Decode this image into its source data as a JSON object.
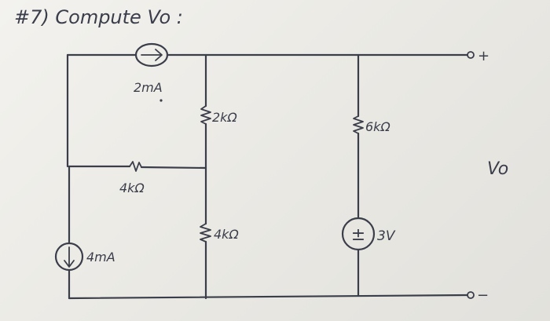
{
  "problem": {
    "title": "#7) Compute Vo :"
  },
  "components": {
    "source_top": {
      "label": "2mA",
      "icon": "current-source-arrow-right"
    },
    "source_left": {
      "label": "4mA",
      "icon": "current-source-arrow-down"
    },
    "r_2k": {
      "label": "2kΩ"
    },
    "r_4k_horizontal": {
      "label": "4kΩ"
    },
    "r_4k_vertical": {
      "label": "4kΩ"
    },
    "r_6k": {
      "label": "6kΩ"
    },
    "v_source": {
      "label": "3V",
      "symbol": "±"
    }
  },
  "output": {
    "label": "Vo",
    "plus": "+",
    "minus": "−"
  },
  "colors": {
    "ink": "#3a3d4a"
  }
}
